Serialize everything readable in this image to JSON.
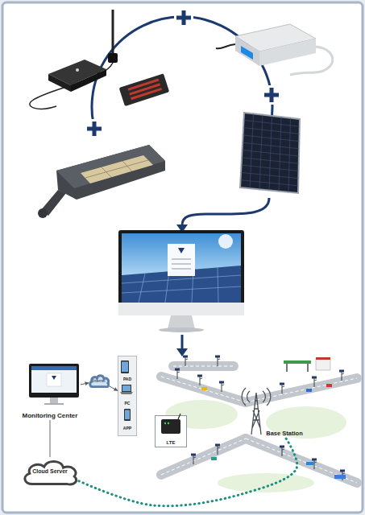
{
  "diagram": {
    "nodes": [
      {
        "text": [
          "Monitoring Center"
        ]
      },
      {
        "text": [
          "Internet"
        ]
      },
      {
        "text": [
          "PAD",
          "PC",
          "APP"
        ]
      },
      {
        "text": [
          "LTE"
        ]
      },
      {
        "text": [
          "Base Station"
        ]
      },
      {
        "text": [
          "Cloud Server"
        ]
      }
    ],
    "edges": [
      {
        "from": 0,
        "to": 1,
        "arrow": "to"
      },
      {
        "from": 1,
        "to": 2,
        "arrow": "to"
      },
      {
        "from": 0,
        "to": 5,
        "arrow": "none"
      },
      {
        "from": 5,
        "to": 4,
        "arrow": "none"
      }
    ]
  }
}
